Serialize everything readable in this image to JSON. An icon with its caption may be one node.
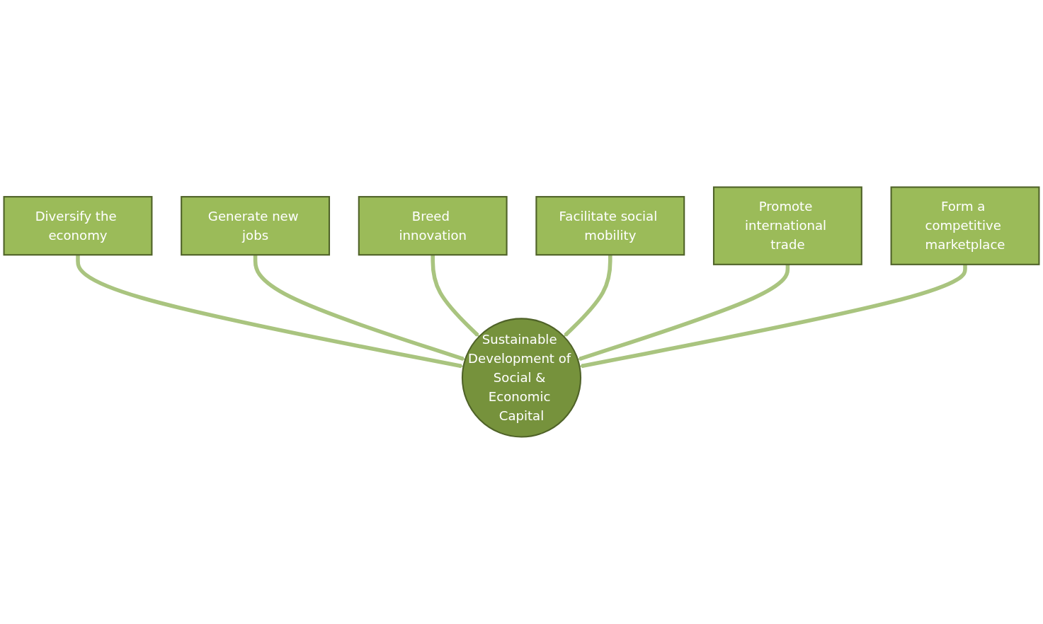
{
  "diagram": {
    "nodes": [
      {
        "text": [
          "Breed innovation"
        ]
      },
      {
        "text": [
          "Facilitate social mobility"
        ]
      },
      {
        "text": [
          "Generate new jobs"
        ]
      },
      {
        "text": [
          "Promote international trade"
        ]
      },
      {
        "text": [
          "Diversify the economy"
        ]
      },
      {
        "text": [
          "Sustainable Development of Social & Economic Capital"
        ]
      },
      {
        "text": [
          "Form a competitive marketplace"
        ]
      }
    ],
    "edges": [
      {
        "from": 4,
        "to": 5,
        "arrow": "to"
      },
      {
        "from": 2,
        "to": 5,
        "arrow": "to"
      },
      {
        "from": 0,
        "to": 5,
        "arrow": "to"
      },
      {
        "from": 1,
        "to": 5,
        "arrow": "to"
      },
      {
        "from": 3,
        "to": 5,
        "arrow": "to"
      },
      {
        "from": 6,
        "to": 5,
        "arrow": "to"
      }
    ]
  }
}
